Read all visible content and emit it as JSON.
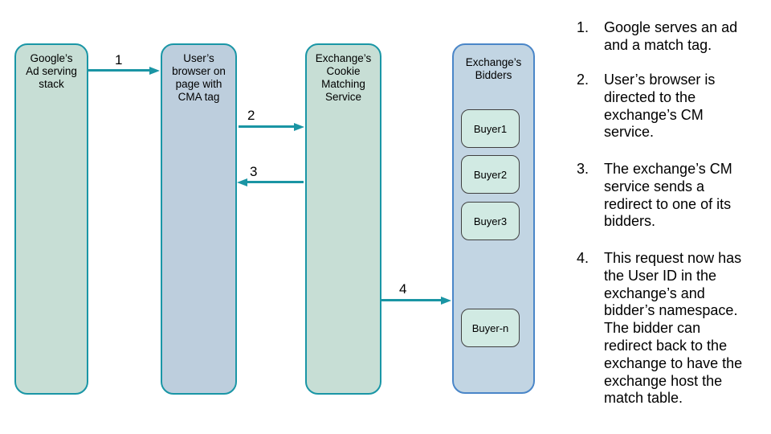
{
  "diagram": {
    "nodes": {
      "google": {
        "label": "Google’s\nAd serving\nstack"
      },
      "browser": {
        "label": "User’s\nbrowser on\npage with\nCMA tag"
      },
      "cm_service": {
        "label": "Exchange’s\nCookie\nMatching\nService"
      },
      "bidders": {
        "label": "Exchange’s\nBidders"
      }
    },
    "buyers": [
      {
        "label": "Buyer1"
      },
      {
        "label": "Buyer2"
      },
      {
        "label": "Buyer3"
      },
      {
        "label": "Buyer-n"
      }
    ],
    "arrows": [
      {
        "label": "1",
        "from": "Google’s Ad serving stack",
        "to": "User’s browser",
        "direction": "right"
      },
      {
        "label": "2",
        "from": "User’s browser",
        "to": "Exchange’s Cookie Matching Service",
        "direction": "right"
      },
      {
        "label": "3",
        "from": "Exchange’s Cookie Matching Service",
        "to": "User’s browser",
        "direction": "left"
      },
      {
        "label": "4",
        "from": "Exchange’s Cookie Matching Service",
        "to": "Exchange’s Bidders",
        "direction": "right"
      }
    ]
  },
  "steps": [
    {
      "num": "1.",
      "text": "Google serves an ad\nand a match tag."
    },
    {
      "num": "2.",
      "text": "User’s browser is\ndirected to the\nexchange’s CM\nservice."
    },
    {
      "num": "3.",
      "text": "The exchange’s CM\nservice sends a\nredirect to one of its\nbidders."
    },
    {
      "num": "4.",
      "text": "This request now has\nthe User ID in the\nexchange’s and\nbidder’s namespace.\nThe bidder can\nredirect back to the\nexchange to have the\nexchange host the\nmatch table."
    }
  ],
  "colors": {
    "teal_border": "#1a96a6",
    "green_fill": "#c7ded5",
    "blue_fill": "#bdcedd",
    "bidders_fill": "#c2d5e3",
    "bidders_border": "#4a86c8",
    "buyer_fill": "#d1eae3",
    "buyer_border": "#404040",
    "arrow": "#1a95a4",
    "text": "#000000"
  }
}
